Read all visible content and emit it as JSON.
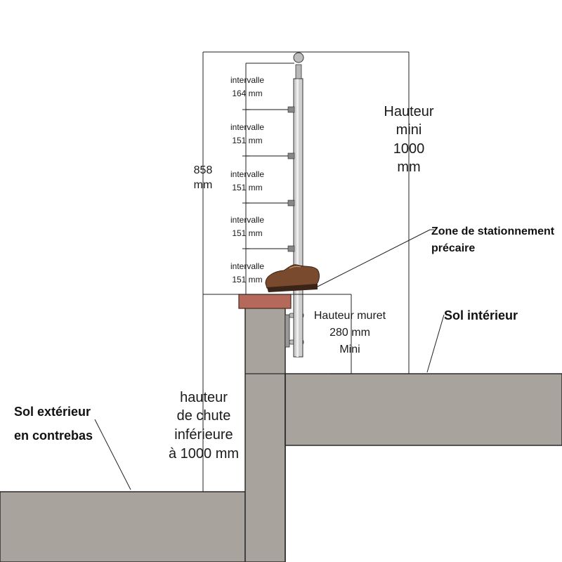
{
  "labels": {
    "hauteur_mini": [
      "Hauteur",
      "mini",
      "1000",
      "mm"
    ],
    "total_858": [
      "858",
      "mm"
    ],
    "intervals": [
      [
        "intervalle",
        "164 mm"
      ],
      [
        "intervalle",
        "151 mm"
      ],
      [
        "intervalle",
        "151 mm"
      ],
      [
        "intervalle",
        "151 mm"
      ],
      [
        "intervalle",
        "151 mm"
      ]
    ],
    "zone_stationnement": [
      "Zone de stationnement",
      "précaire"
    ],
    "hauteur_muret": [
      "Hauteur muret",
      "280 mm",
      "Mini"
    ],
    "sol_interieur": "Sol intérieur",
    "sol_exterieur": [
      "Sol extérieur",
      "en contrebas"
    ],
    "hauteur_chute": [
      "hauteur",
      "de chute",
      "inférieure",
      "à 1000 mm"
    ]
  },
  "colors": {
    "concrete": "#a9a39e",
    "concrete_edge": "#2b2b2b",
    "coping": "#b5695a",
    "post": "#c9c9c9",
    "shoe": "#7a4a2e"
  },
  "icons": {
    "shoe": "shoe-icon"
  }
}
